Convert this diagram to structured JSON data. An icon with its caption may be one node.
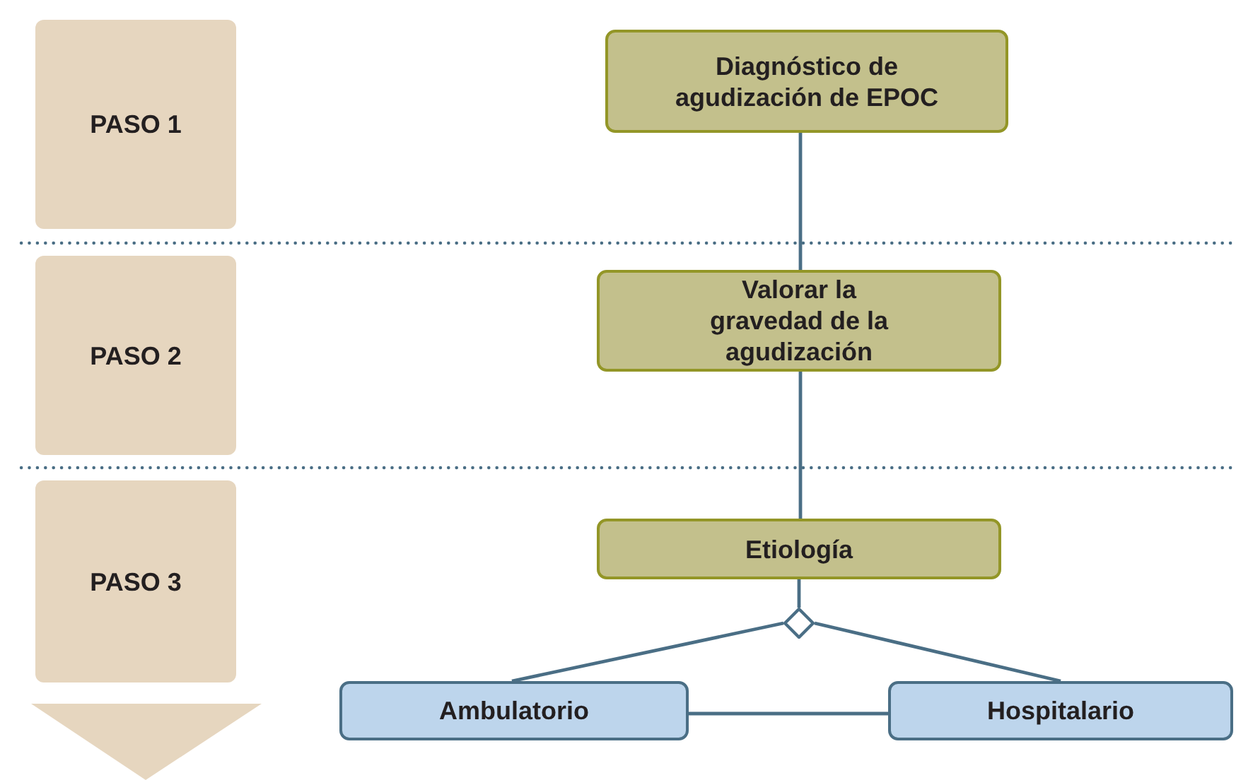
{
  "diagram": {
    "nodes": [
      {
        "text": [
          "PASO 1"
        ]
      },
      {
        "text": [
          "Diagnóstico de agudización de EPOC"
        ]
      },
      {
        "text": [
          "PASO 2"
        ]
      },
      {
        "text": [
          "Valorar la gravedad de la agudización"
        ]
      },
      {
        "text": [
          "PASO 3"
        ]
      },
      {
        "text": [
          "Etiología"
        ]
      },
      {
        "text": [],
        "shape": "diamond"
      },
      {
        "text": [
          "Ambulatorio"
        ]
      },
      {
        "text": [
          "Hospitalario"
        ]
      }
    ],
    "edges": [
      {
        "from": 1,
        "to": 3,
        "arrow": "none"
      },
      {
        "from": 3,
        "to": 5,
        "arrow": "none"
      },
      {
        "from": 5,
        "to": 6,
        "arrow": "none"
      },
      {
        "from": 6,
        "to": 7,
        "arrow": "none"
      },
      {
        "from": 6,
        "to": 8,
        "arrow": "none"
      },
      {
        "from": 7,
        "to": 8,
        "arrow": "none"
      }
    ]
  }
}
